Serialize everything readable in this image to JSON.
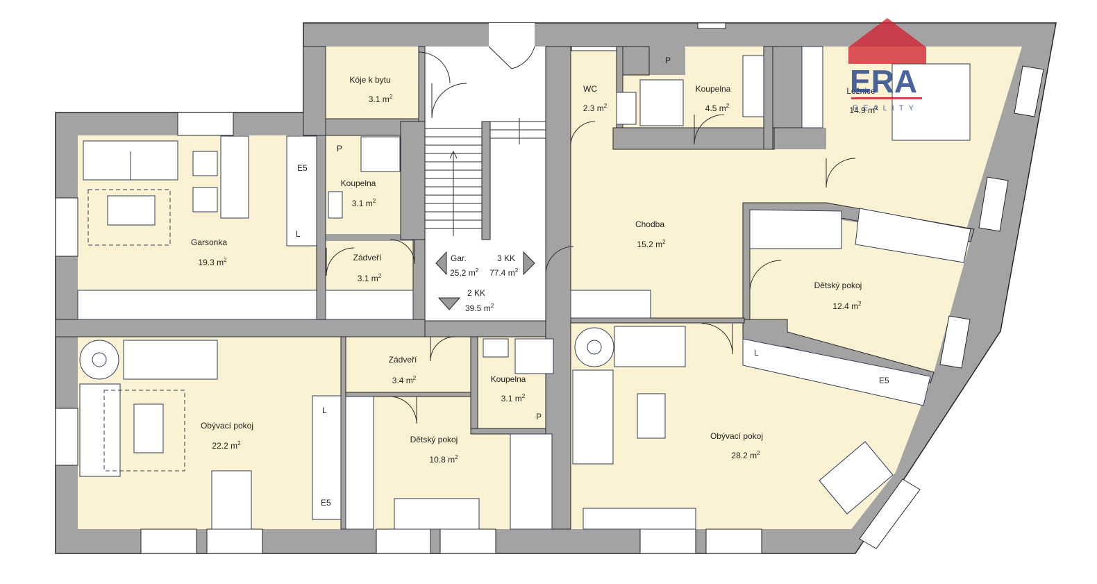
{
  "units": {
    "area_unit": "m",
    "area_exp": "2"
  },
  "colors": {
    "wall": "#a3a3a4",
    "wall_stroke": "#262626",
    "floor": "#fbf1d3",
    "stair": "#ffffff",
    "furniture_line": "#2f3a55",
    "logo_red": "#d2232f",
    "logo_blue": "#2b4a8e"
  },
  "logo": {
    "brand": "ERA",
    "sub": "REALITY"
  },
  "rooms": [
    {
      "id": "koje",
      "name": "Kóje k bytu",
      "area": "3.1"
    },
    {
      "id": "garsonka",
      "name": "Garsonka",
      "area": "19.3"
    },
    {
      "id": "koupelna1",
      "name": "Koupelna",
      "area": "3.1"
    },
    {
      "id": "zadveri1",
      "name": "Zádveří",
      "area": "3.1"
    },
    {
      "id": "wc",
      "name": "WC",
      "area": "2.3"
    },
    {
      "id": "koupelna2",
      "name": "Koupelna",
      "area": "4.5"
    },
    {
      "id": "loznice",
      "name": "Ložnice",
      "area": "14.9"
    },
    {
      "id": "chodba",
      "name": "Chodba",
      "area": "15.2"
    },
    {
      "id": "detsky1",
      "name": "Dětský pokoj",
      "area": "12.4"
    },
    {
      "id": "obyvaci1",
      "name": "Obývací pokoj",
      "area": "22.2"
    },
    {
      "id": "zadveri2",
      "name": "Zádveří",
      "area": "3.4"
    },
    {
      "id": "koupelna3",
      "name": "Koupelna",
      "area": "3.1"
    },
    {
      "id": "detsky2",
      "name": "Dětský pokoj",
      "area": "10.8"
    },
    {
      "id": "obyvaci2",
      "name": "Obývací pokoj",
      "area": "28.2"
    }
  ],
  "units_summary": {
    "gar": {
      "name": "Gar.",
      "area": "25,2"
    },
    "kk3": {
      "name": "3 KK",
      "area": "77.4"
    },
    "kk2": {
      "name": "2 KK",
      "area": "39.5"
    }
  },
  "fixture_marks": {
    "p": "P",
    "l": "L",
    "stove": "E5"
  }
}
